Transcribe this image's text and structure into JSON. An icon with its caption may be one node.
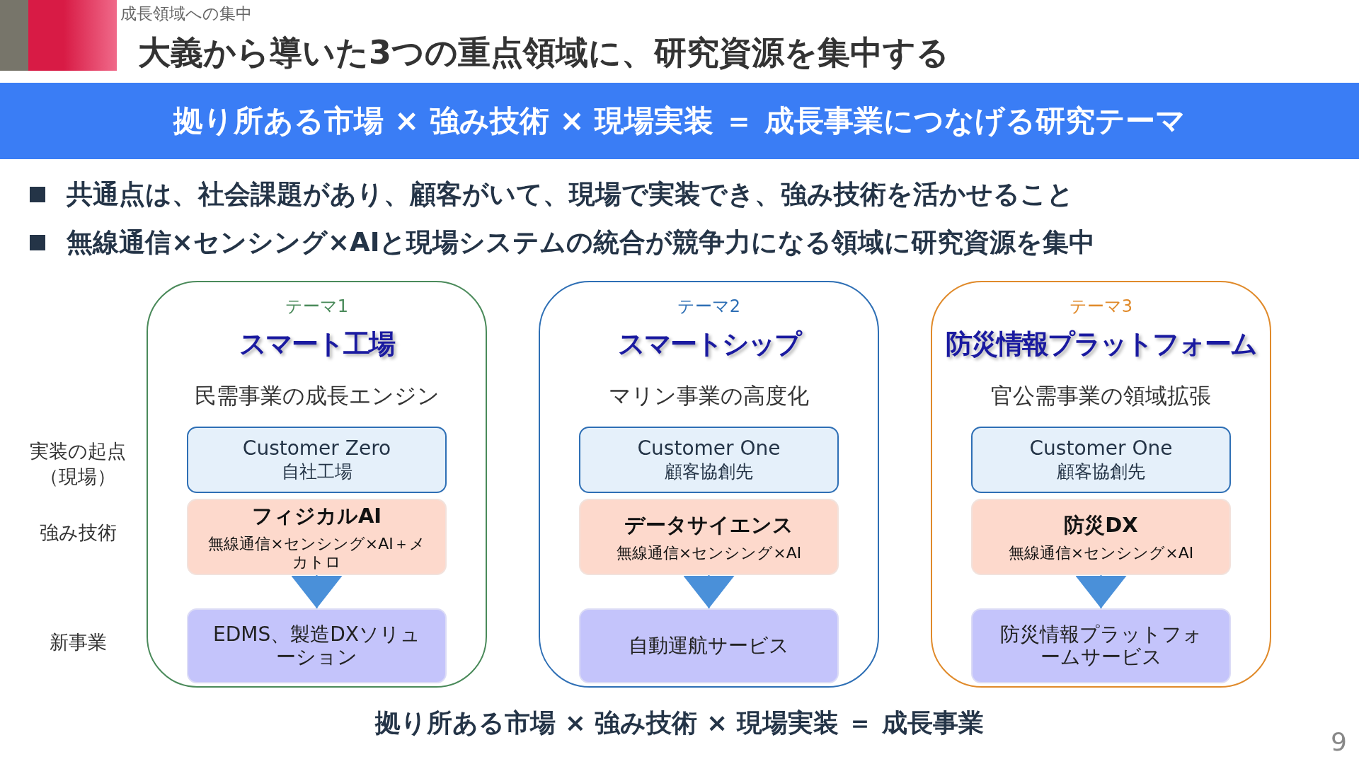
{
  "diagram": {
    "title": "大義から導いた3つの重点領域に、研究資源を集中する",
    "nodes": [
      {
        "text": [
          "テーマ1",
          "スマート工場",
          "民需事業の成長エンジン"
        ]
      },
      {
        "text": [
          "Customer Zero",
          "自社工場"
        ],
        "in": 0
      },
      {
        "text": [
          "フィジカルAI",
          "無線通信×センシング×AI＋メカトロ"
        ],
        "in": 0
      },
      {
        "text": [
          "EDMS、製造DXソリューション"
        ],
        "in": 0
      },
      {
        "text": [
          "テーマ2",
          "スマートシップ",
          "マリン事業の高度化"
        ]
      },
      {
        "text": [
          "Customer One",
          "顧客協創先"
        ],
        "in": 4
      },
      {
        "text": [
          "データサイエンス",
          "無線通信×センシング×AI"
        ],
        "in": 4
      },
      {
        "text": [
          "自動運航サービス"
        ],
        "in": 4
      },
      {
        "text": [
          "テーマ3",
          "防災情報プラットフォーム",
          "官公需事業の領域拡張"
        ]
      },
      {
        "text": [
          "Customer One",
          "顧客協創先"
        ],
        "in": 8
      },
      {
        "text": [
          "防災DX",
          "無線通信×センシング×AI"
        ],
        "in": 8
      },
      {
        "text": [
          "防災情報プラットフォームサービス"
        ],
        "in": 8
      }
    ],
    "edges": [
      {
        "from": 2,
        "to": 3,
        "arrow": "to"
      },
      {
        "from": 6,
        "to": 7,
        "arrow": "to"
      },
      {
        "from": 10,
        "to": 11,
        "arrow": "to"
      }
    ],
    "labels": [
      "成長領域への集中",
      "拠り所ある市場 × 強み技術 × 現場実装 ＝ 成長事業につなげる研究テーマ",
      "共通点は、社会課題があり、顧客がいて、現場で実装でき、強み技術を活かせること",
      "無線通信×センシング×AIと現場システムの統合が競争力になる領域に研究資源を集中",
      "実装の起点（現場）",
      "強み技術",
      "新事業",
      "拠り所ある市場 × 強み技術 × 現場実装 ＝ 成長事業",
      "9"
    ]
  }
}
